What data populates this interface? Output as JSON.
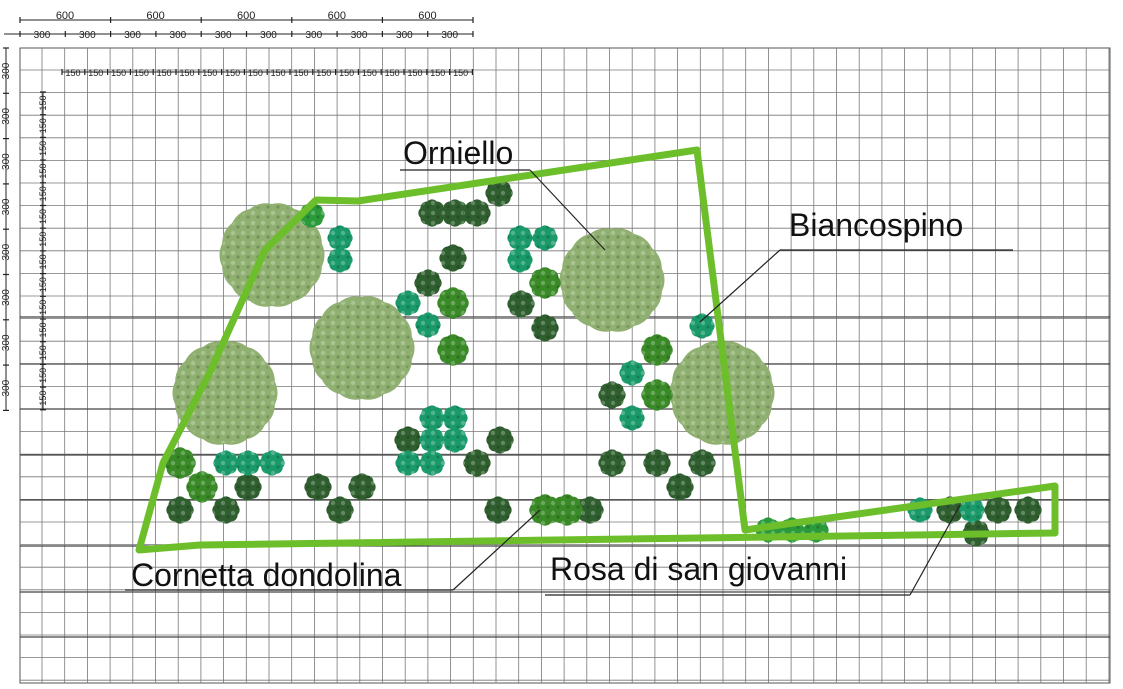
{
  "labels": {
    "orniello": "Orniello",
    "biancospino": "Biancospino",
    "cornetta": "Cornetta dondolina",
    "rosa": "Rosa di san giovanni"
  },
  "dimensions": {
    "top_large": "600",
    "top_half": "300",
    "fine": "150",
    "left_half": "300",
    "left_fine": "150"
  },
  "colors": {
    "boundary": "#6cbf2a",
    "grid": "#555555",
    "orniello_canopy": "#8fb070",
    "shrub_dark": "#2f5e2f",
    "shrub_green": "#3a8a28",
    "shrub_teal": "#1a9a6a",
    "rose": "#2a9a3a"
  }
}
